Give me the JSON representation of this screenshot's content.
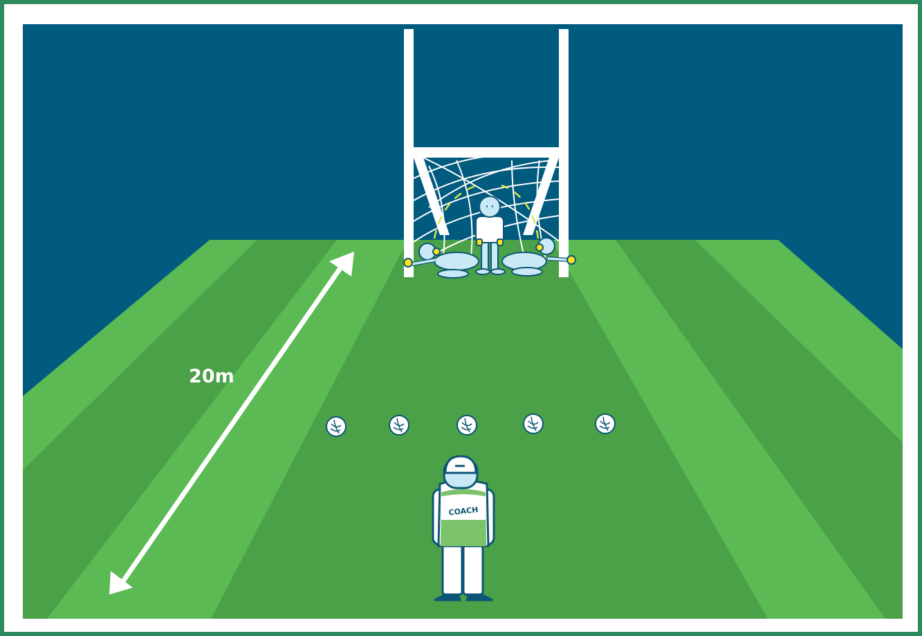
{
  "colors": {
    "outer_border": "#2f8a5e",
    "frame": "#ffffff",
    "sky": "#015b7e",
    "grass_light": "#5bba54",
    "grass_dark": "#4aa148",
    "posts": "#ffffff",
    "figure_fill": "#c8e9f5",
    "figure_outline": "#0d5577",
    "gloves": "#f7e21b",
    "arrow": "#ffffff"
  },
  "distance_label": "20m",
  "coach_bib_text": "COACH",
  "icons": {
    "ball": "gaelic-football-icon",
    "goal": "goalposts-icon",
    "keeper": "goalkeeper-figure",
    "coach": "coach-figure",
    "arrow": "double-headed-arrow-icon"
  },
  "ball_count": 5
}
